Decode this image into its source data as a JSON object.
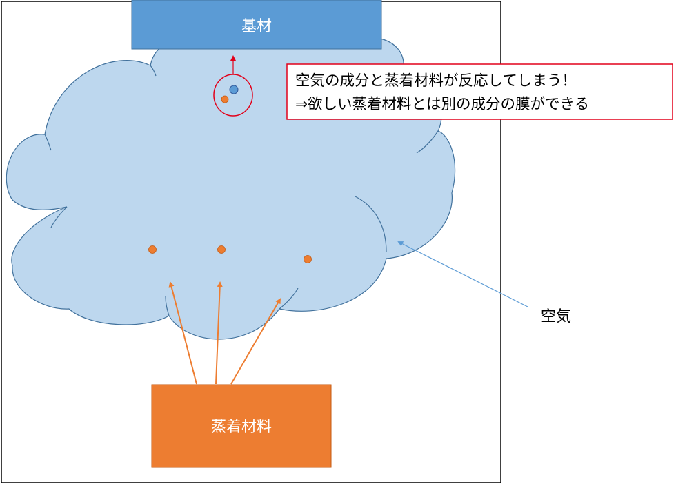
{
  "substrate": {
    "label": "基材"
  },
  "material": {
    "label": "蒸着材料"
  },
  "air": {
    "label": "空気"
  },
  "note": {
    "lines": [
      "空気の成分と蒸着材料が反応してしまう！",
      "⇒欲しい蒸着材料とは別の成分の膜ができる"
    ]
  },
  "colors": {
    "substrate": "#5b9bd5",
    "material": "#ed7d31",
    "cloud_fill": "#bdd7ee",
    "cloud_stroke": "#41719c",
    "note_border": "#e2001a",
    "reaction_arrow": "#e2001a",
    "air_pointer": "#5b9bd5",
    "frame": "#000000"
  }
}
